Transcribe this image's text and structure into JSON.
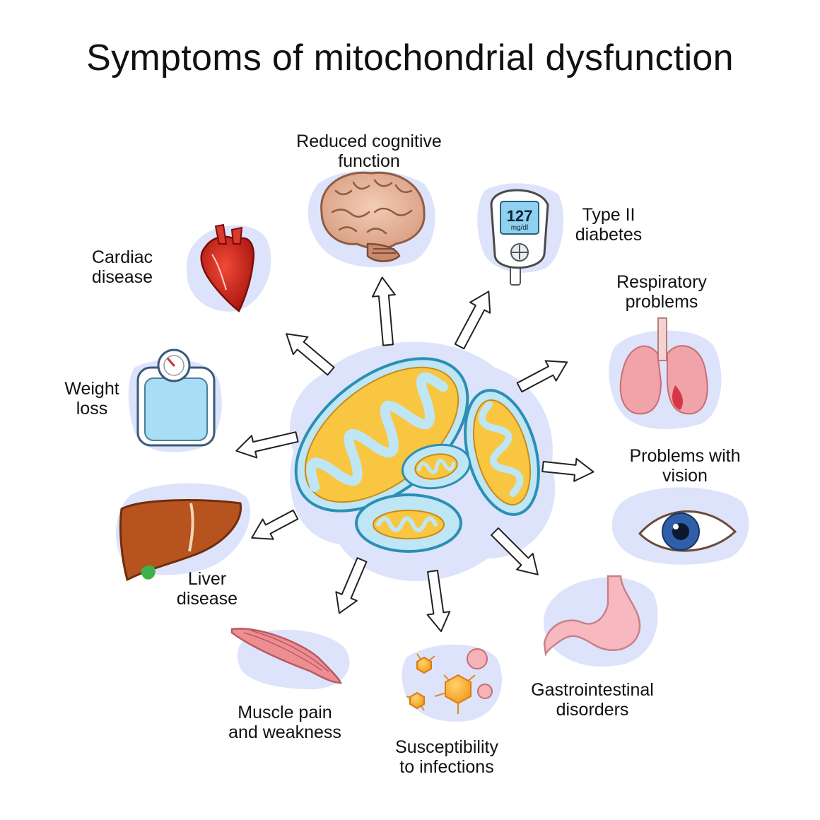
{
  "title": "Symptoms of mitochondrial dysfunction",
  "glucometer_reading": {
    "value": "127",
    "unit": "mg/dl"
  },
  "symptoms": [
    {
      "id": "cognitive",
      "label": [
        "Reduced cognitive",
        "function"
      ],
      "icon": "brain-icon"
    },
    {
      "id": "diabetes",
      "label": [
        "Type II",
        "diabetes"
      ],
      "icon": "glucometer-icon"
    },
    {
      "id": "respiratory",
      "label": [
        "Respiratory",
        "problems"
      ],
      "icon": "lungs-icon"
    },
    {
      "id": "vision",
      "label": [
        "Problems with",
        "vision"
      ],
      "icon": "eye-icon"
    },
    {
      "id": "gastro",
      "label": [
        "Gastrointestinal",
        "disorders"
      ],
      "icon": "stomach-icon"
    },
    {
      "id": "infections",
      "label": [
        "Susceptibility",
        "to infections"
      ],
      "icon": "virus-icon"
    },
    {
      "id": "muscle",
      "label": [
        "Muscle pain",
        "and weakness"
      ],
      "icon": "muscle-icon"
    },
    {
      "id": "liver",
      "label": [
        "Liver",
        "disease"
      ],
      "icon": "liver-icon"
    },
    {
      "id": "weight",
      "label": [
        "Weight",
        "loss"
      ],
      "icon": "scale-icon"
    },
    {
      "id": "cardiac",
      "label": [
        "Cardiac",
        "disease"
      ],
      "icon": "heart-icon"
    }
  ],
  "colors": {
    "blob": "#dde3fb",
    "mito_outer": "#bfe6f4",
    "mito_border": "#2b8fb3",
    "mito_cristae": "#f8c640",
    "heart": "#d8261c",
    "liver": "#b6531e",
    "lungs": "#f0a3a8",
    "stomach": "#f7b9bf",
    "eye_iris": "#2f5fa8"
  }
}
